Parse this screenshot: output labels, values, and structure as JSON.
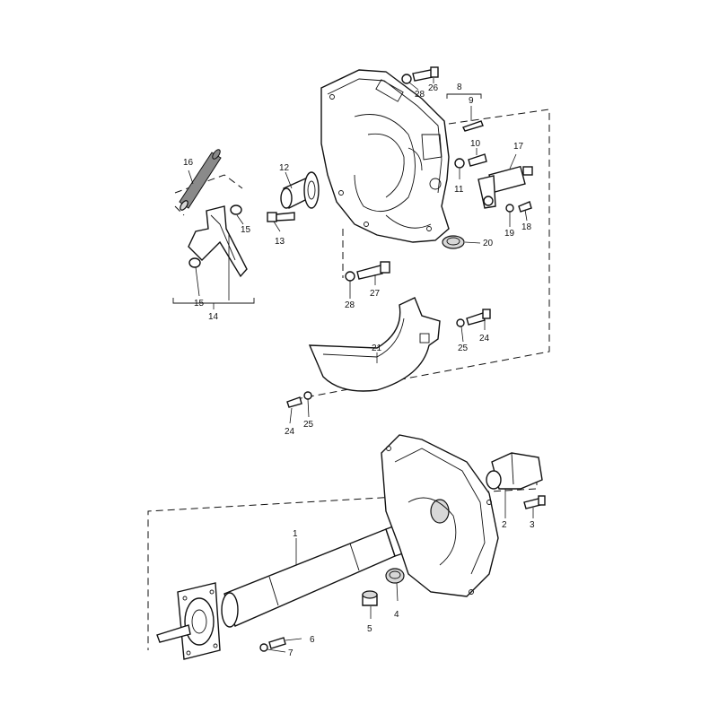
{
  "diagram": {
    "callouts": {
      "c1": "1",
      "c2": "2",
      "c3": "3",
      "c4": "4",
      "c5": "5",
      "c6": "6",
      "c7": "7",
      "c8": "8",
      "c9": "9",
      "c10": "10",
      "c11": "11",
      "c12": "12",
      "c13": "13",
      "c14": "14",
      "c15a": "15",
      "c15b": "15",
      "c16": "16",
      "c17": "17",
      "c18": "18",
      "c19": "19",
      "c20": "20",
      "c21": "21",
      "c24a": "24",
      "c24b": "24",
      "c25a": "25",
      "c25b": "25",
      "c26": "26",
      "c27": "27",
      "c28a": "28",
      "c28b": "28"
    }
  }
}
